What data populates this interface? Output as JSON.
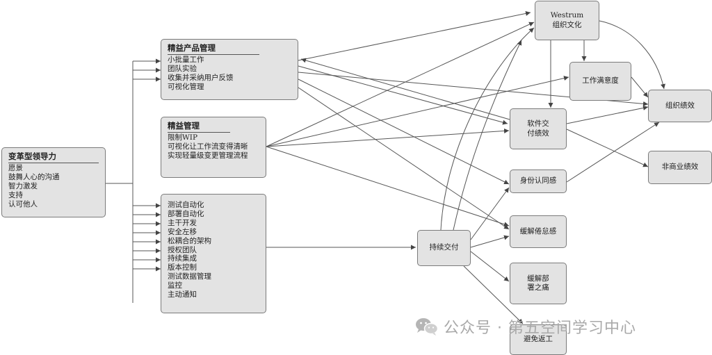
{
  "boxes": {
    "leadership": {
      "title": "变革型领导力",
      "items": [
        "愿景",
        "鼓舞人心的沟通",
        "智力激发",
        "支持",
        "认可他人"
      ]
    },
    "lean_product": {
      "title": "精益产品管理",
      "items": [
        "小批量工作",
        "团队实验",
        "收集并采纳用户反馈",
        "可视化管理"
      ]
    },
    "lean_mgmt": {
      "title": "精益管理",
      "items": [
        "限制WIP",
        "可视化让工作流变得清晰",
        "实现轻量级变更管理流程"
      ]
    },
    "tech_practices": {
      "items": [
        "测试自动化",
        "部署自动化",
        "主干开发",
        "安全左移",
        "松耦合的架构",
        "授权团队",
        "持续集成",
        "版本控制",
        "测试数据管理",
        "监控",
        "主动通知"
      ]
    },
    "westrum": {
      "lines": [
        "Westrum",
        "组织文化"
      ]
    },
    "job_satisfaction": {
      "lines": [
        "工作满意度"
      ]
    },
    "org_performance": {
      "lines": [
        "组织绩效"
      ]
    },
    "sw_delivery": {
      "lines": [
        "软件交",
        "付绩效"
      ]
    },
    "non_commercial": {
      "lines": [
        "非商业绩效"
      ]
    },
    "identity": {
      "lines": [
        "身份认同感"
      ]
    },
    "burnout": {
      "lines": [
        "缓解倦怠感"
      ]
    },
    "deploy_pain": {
      "lines": [
        "缓解部",
        "署之痛"
      ]
    },
    "rework": {
      "lines": [
        "避免返工"
      ]
    },
    "cd": {
      "lines": [
        "持续交付"
      ]
    }
  },
  "watermark": {
    "text": "公众号 · 第五空间学习中心",
    "icon": "wechat-icon"
  }
}
